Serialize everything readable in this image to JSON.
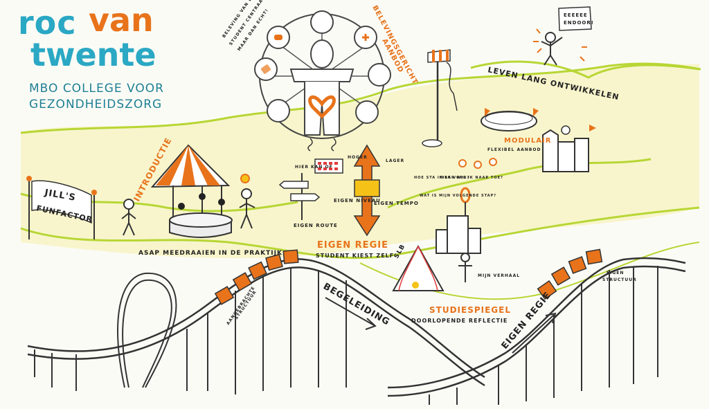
{
  "logo": {
    "word1": "roc",
    "word2": "van",
    "word3": "twente"
  },
  "subtitle": {
    "line1": "MBO COLLEGE VOOR",
    "line2": "GEZONDHEIDSZORG"
  },
  "center_note": {
    "line1": "BELEVING VAN DE",
    "line2": "STUDENT CENTRAAL",
    "line3": "MAAR DAN ECHT!"
  },
  "labels": {
    "belevingsgericht": "BELEVINGSGERICHT",
    "aanbod": "AANBOD",
    "leven_lang": "LEVEN LANG ONTWIKKELEN",
    "eeeee": "EEEEEE",
    "endoor": "ENDOOR!",
    "jills": "JILL'S",
    "funfactor": "FUNFACTOR",
    "introductie": "INTRODUCTIE",
    "asap": "ASAP MEEDRAAIEN IN DE PRAKTIJK",
    "eigen_regie_title": "EIGEN REGIE",
    "student_kiest": "STUDENT KIEST ZELF",
    "eigen_route": "EIGEN ROUTE",
    "eigen_niveau": "EIGEN NIVEAU",
    "eigen_tempo": "EIGEN TEMPO",
    "hier_kan_of": "HIER KAN OF",
    "hoger": "HOGER",
    "lager": "LAGER",
    "modulair": "MODULAIR",
    "flexibel_aanbod": "FLEXIBEL AANBOD",
    "hoe_sta_ik": "HOE STA IK ER VOOR?",
    "waar_wil_ik": "WAAR WIL IK NAAR TOE?",
    "wat_is_mijn": "WAT IS MIJN VOLGENDE STAP?",
    "slb": "SLB",
    "mijn_verhaal": "MIJN VERHAAL",
    "studiespiegel": "STUDIESPIEGEL",
    "doorlopende": "DOORLOPENDE REFLECTIE",
    "aangebrachte": "AANGEBRACHTE",
    "structuur": "STRUCTUUR",
    "begeleiding": "BEGELEIDING",
    "eigen_regie_track": "EIGEN REGIE",
    "eigen": "EIGEN",
    "structuur2": "STRUCTUUR"
  },
  "colors": {
    "orange": "#e8731b",
    "teal": "#2aa8c4",
    "green": "#b7d634",
    "ink": "#222222",
    "paper": "#fbfbf6",
    "yellow": "#f7f3c4",
    "red": "#e23b3b"
  }
}
